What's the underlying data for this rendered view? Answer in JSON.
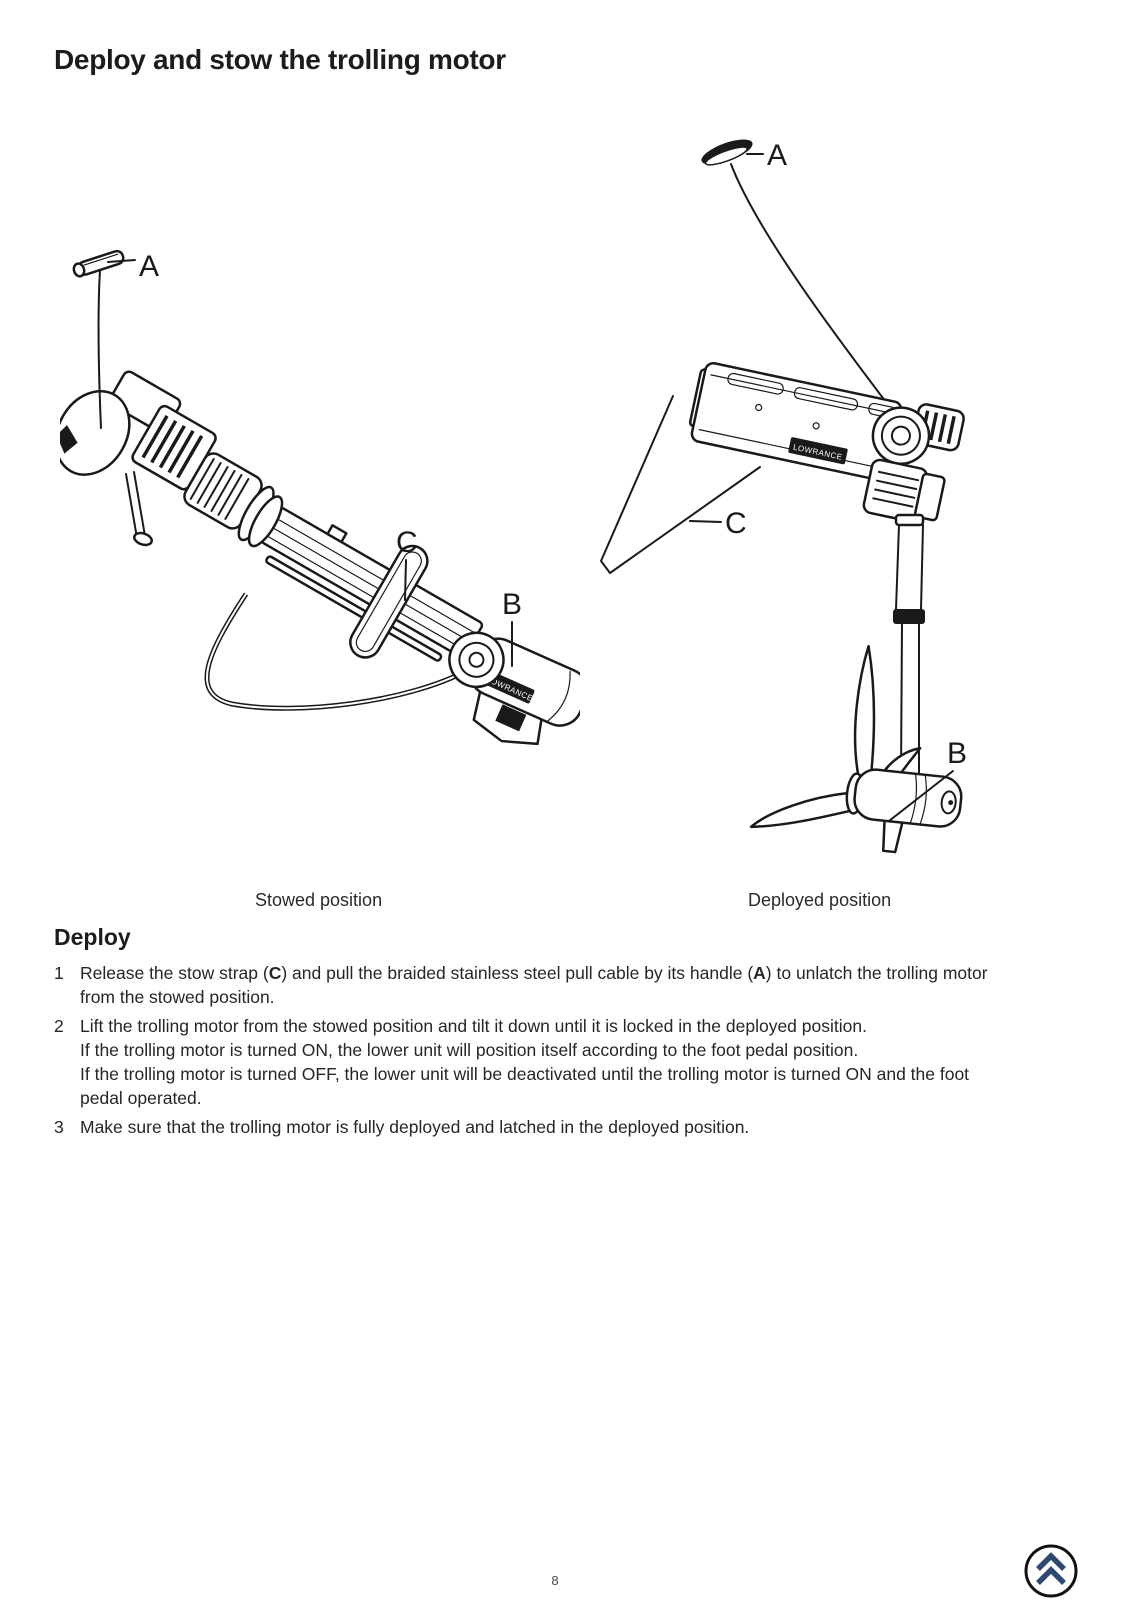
{
  "page": {
    "title": "Deploy and stow the trolling motor",
    "ink_color": "#1a1a1a"
  },
  "figures": {
    "stowed": {
      "caption": "Stowed position",
      "brand_label": "LOWRANCE",
      "labels": {
        "a": "A",
        "b": "B",
        "c": "C"
      }
    },
    "deployed": {
      "caption": "Deployed position",
      "brand_label": "LOWRANCE",
      "labels": {
        "a": "A",
        "b": "B",
        "c": "C"
      }
    }
  },
  "instructions": {
    "heading": "Deploy",
    "items": [
      {
        "number": "1",
        "segments": [
          {
            "t": "Release the stow strap ("
          },
          {
            "t": "C",
            "b": true
          },
          {
            "t": ") and pull the braided stainless steel pull cable by its handle ("
          },
          {
            "t": "A",
            "b": true
          },
          {
            "t": ") to unlatch the trolling motor\nfrom the stowed position."
          }
        ]
      },
      {
        "number": "2",
        "segments": [
          {
            "t": "Lift the trolling motor from the stowed position and tilt it down until it is locked in the deployed position.\nIf the trolling motor is turned ON, the lower unit will position itself according to the foot pedal position.\nIf the trolling motor is turned OFF, the lower unit will be deactivated until the trolling motor is turned ON and the foot\npedal operated."
          }
        ]
      },
      {
        "number": "3",
        "segments": [
          {
            "t": "Make sure that the trolling motor is fully deployed and latched in the deployed position."
          }
        ]
      }
    ]
  },
  "footer": {
    "page_number": "8",
    "logo": "double-chevron-up-logo",
    "logo_color": "#2e4a73",
    "logo_ring_color": "#111111"
  }
}
